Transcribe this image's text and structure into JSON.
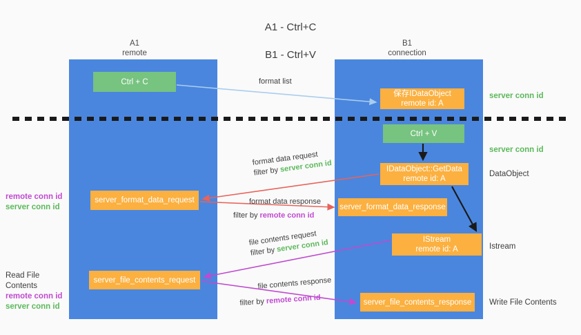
{
  "title": {
    "line1": "A1 - Ctrl+C",
    "line2": "B1 - Ctrl+V"
  },
  "columns": {
    "a1": {
      "name": "A1",
      "role": "remote"
    },
    "b1": {
      "name": "B1",
      "role": "connection"
    }
  },
  "boxes": {
    "ctrl_c": "Ctrl + C",
    "idataobject": "保存IDataObject\nremote id: A",
    "ctrl_v": "Ctrl + V",
    "getdata": "IDataObject::GetData\nremote id: A",
    "server_format_data_request": "server_format_data_request",
    "server_format_data_response": "server_format_data_response",
    "istream": "IStream\nremote id: A",
    "server_file_contents_request": "server_file_contents_request",
    "server_file_contents_response": "server_file_contents_response"
  },
  "right_labels": {
    "server_conn_id_1": "server conn id",
    "server_conn_id_2": "server conn id",
    "dataobject": "DataObject",
    "istream": "Istream",
    "write_file_contents": "Write File Contents"
  },
  "left_labels": {
    "group1": {
      "remote": "remote conn id",
      "server": "server conn id"
    },
    "group2": {
      "heading": "Read File Contents",
      "remote": "remote conn id",
      "server": "server conn id"
    }
  },
  "edges": {
    "format_list": "format list",
    "format_data_request": "format data request",
    "format_data_request_filter_prefix": "filter by ",
    "format_data_request_filter_value": "server conn id",
    "format_data_response": "format data response",
    "format_data_response_filter_prefix": "filter by ",
    "format_data_response_filter_value": "remote conn id",
    "file_contents_request": "file contents request",
    "file_contents_request_filter_prefix": "filter by ",
    "file_contents_request_filter_value": "server conn id",
    "file_contents_response": "file contents response",
    "file_contents_response_filter_prefix": "filter by ",
    "file_contents_response_filter_value": "remote conn id"
  },
  "colors": {
    "lane": "#4a86de",
    "green_box": "#77c380",
    "orange_box": "#fbb040",
    "server_conn_id": "#5cb85c",
    "remote_conn_id": "#c04ad0",
    "arrow_blue": "#a9cdee",
    "arrow_red": "#e8635a",
    "arrow_magenta": "#c04ad0",
    "arrow_black": "#1a1a1a",
    "background": "#fafafa"
  }
}
